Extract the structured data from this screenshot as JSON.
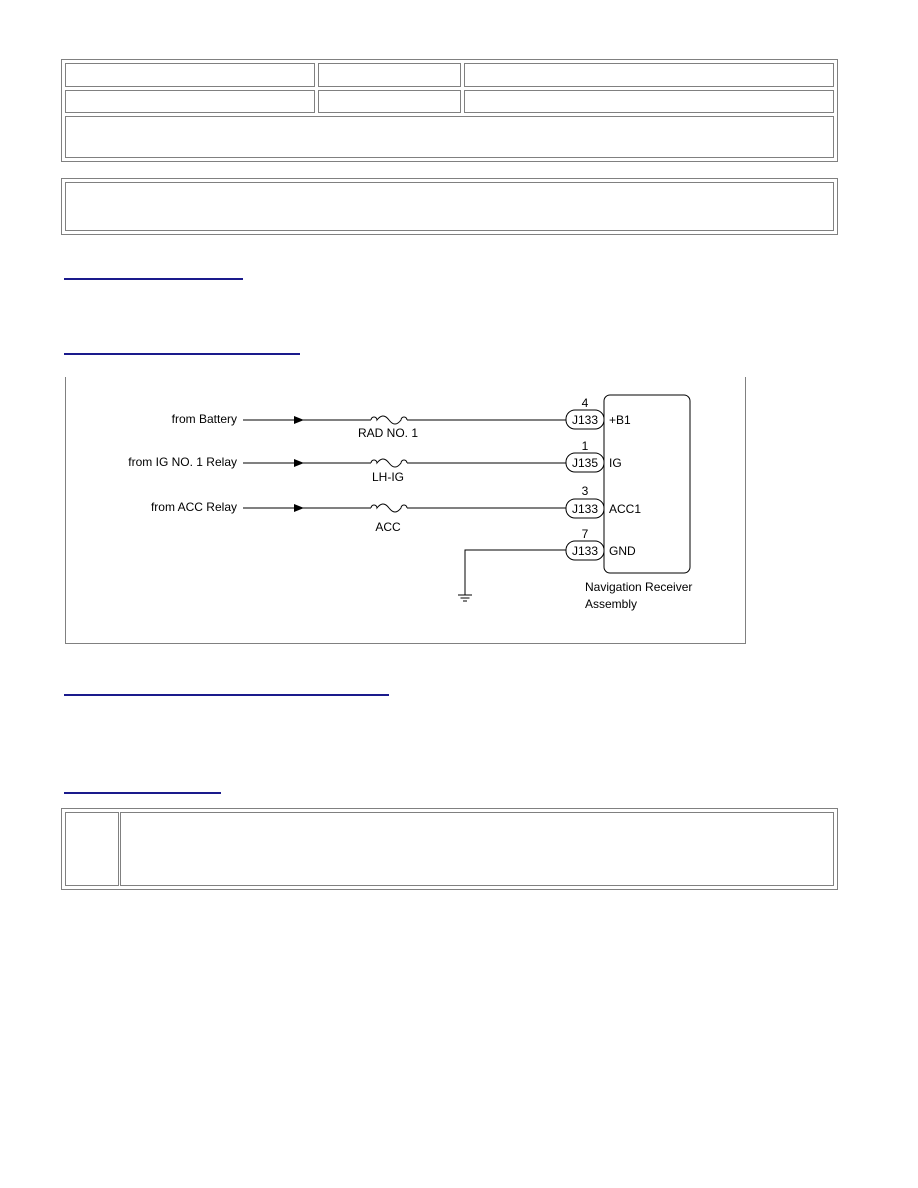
{
  "diagram": {
    "wires": [
      {
        "source": "from Battery",
        "fuse": "RAD NO. 1",
        "pin": "4",
        "connector": "J133",
        "terminal": "+B1"
      },
      {
        "source": "from IG NO. 1 Relay",
        "fuse": "LH-IG",
        "pin": "1",
        "connector": "J135",
        "terminal": "IG"
      },
      {
        "source": "from ACC Relay",
        "fuse": "ACC",
        "pin": "3",
        "connector": "J133",
        "terminal": "ACC1"
      }
    ],
    "ground": {
      "pin": "7",
      "connector": "J133",
      "terminal": "GND"
    },
    "component_label": [
      "Navigation Receiver",
      "Assembly"
    ]
  },
  "colors": {
    "rule": "#1a1a8c",
    "border": "#808080"
  }
}
